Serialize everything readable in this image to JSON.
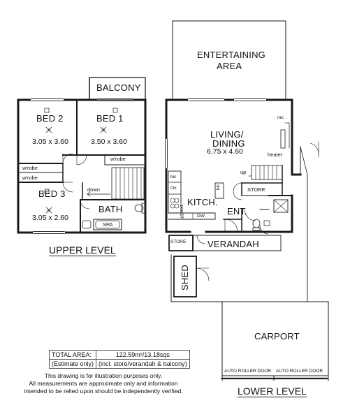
{
  "upper_level": {
    "title": "UPPER LEVEL",
    "balcony": "BALCONY",
    "bed2": {
      "name": "BED 2",
      "dims": "3.05 x 3.60"
    },
    "bed1": {
      "name": "BED 1",
      "dims": "3.50 x 3.60"
    },
    "bed3": {
      "name": "BED 3",
      "dims": "3.05 x 2.60"
    },
    "robe_bed2": "w'robe",
    "robe_bed3": "w'robe",
    "robe_bed1": "w'robe",
    "down": "down",
    "bath": "BATH",
    "spa": "SPA"
  },
  "lower_level": {
    "title": "LOWER LEVEL",
    "entertaining": [
      "ENTERTAINING",
      "AREA"
    ],
    "living": {
      "name": [
        "LIVING/",
        "DINING"
      ],
      "dims": "6.75 x 4.60"
    },
    "rac": "rac",
    "heater": "heater",
    "up": "up",
    "store_stair": "STORE",
    "bic_1": "bic",
    "oven": "Ov.",
    "kitchen": "KITCH.",
    "bic_2": "bic",
    "rhood": "r/hood",
    "dw": "DW.",
    "entry": "ENT.",
    "store_front": "STORE",
    "verandah": "VERANDAH",
    "shed": "SHED",
    "carport": "CARPORT",
    "roller_door_1": "AUTO ROLLER DOOR",
    "roller_door_2": "AUTO ROLLER DOOR"
  },
  "area": {
    "label_1": "TOTAL AREA:",
    "value_1": "122.59m²/13.18sqs",
    "label_2": "(Estimate only)",
    "value_2": "(incl. store/verandah & balcony)"
  },
  "disclaimer": [
    "This drawing is for illustration purposes only.",
    "All measurements are approximate only and information",
    "intended to be relied upon should be independently verified."
  ]
}
